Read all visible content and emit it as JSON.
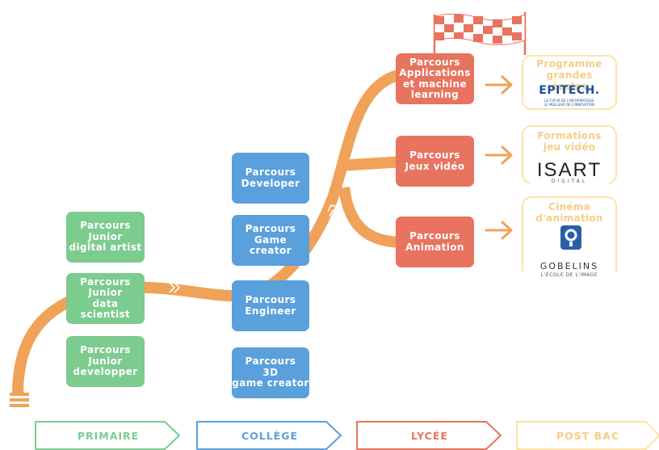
{
  "colors": {
    "primaire": "#7ccb8f",
    "college": "#5aa0dc",
    "lycee": "#e8735f",
    "postbac": "#fde4a6",
    "path": "#f0a259",
    "flag": "#e8735f"
  },
  "primaire": {
    "label": "PRIMAIRE",
    "cards": [
      "Parcours\nJunior\ndigital artist",
      "Parcours\nJunior\ndata scientist",
      "Parcours\nJunior\ndevelopper"
    ]
  },
  "college": {
    "label": "COLLÈGE",
    "cards": [
      "Parcours\nDeveloper",
      "Parcours\nGame\ncreator",
      "Parcours\nEngineer",
      "Parcours\n3D\ngame creator"
    ]
  },
  "lycee": {
    "label": "LYCÉE",
    "cards": [
      "Parcours\nApplications\net machine\nlearning",
      "Parcours\nJeux vidéo",
      "Parcours\nAnimation"
    ]
  },
  "postbac": {
    "label": "POST BAC",
    "items": [
      {
        "title": "Programme\ngrandes écoles",
        "logo": "EPITECH.",
        "logo_sub1": "LE FUTUR DE L'INFORMATIQUE",
        "logo_sub2": "LE MEILLEUR DE L'INNOVATION"
      },
      {
        "title": "Formations\njeu vidéo",
        "logo": "ISART",
        "logo_sub1": "DIGITAL"
      },
      {
        "title": "Cinéma\nd'animation",
        "logo": "GOBELINS",
        "logo_sub1": "L'ÉCOLE DE L'IMAGE"
      }
    ]
  }
}
